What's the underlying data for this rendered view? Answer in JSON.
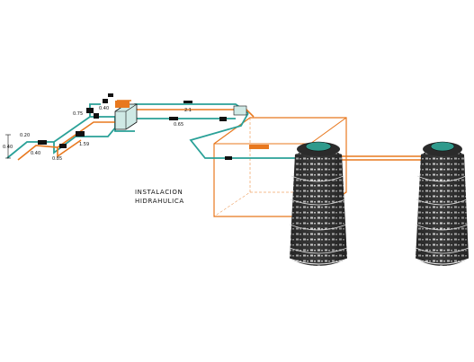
{
  "caption": {
    "line1": "INSTALACION",
    "line2": "HIDRAHULICA"
  },
  "dimensions": {
    "d1": "0.40",
    "d2": "0.20",
    "d3": "0.75",
    "d4": "0.40",
    "d5": "1.59",
    "d6": "0.85",
    "d7": "2.1",
    "d8": "0.65",
    "d9": "0.40"
  },
  "colors": {
    "background": "#ffffff",
    "pipe_cold": "#2aa198",
    "pipe_hot": "#e8781e",
    "tank_outline": "#e8781e",
    "tank_body": "#3c3c3c",
    "tank_lid": "#2f9a8c",
    "ink": "#111111"
  },
  "icons": [
    "water-tank-icon",
    "water-tank-icon",
    "cistern-icon",
    "water-heater-icon"
  ]
}
